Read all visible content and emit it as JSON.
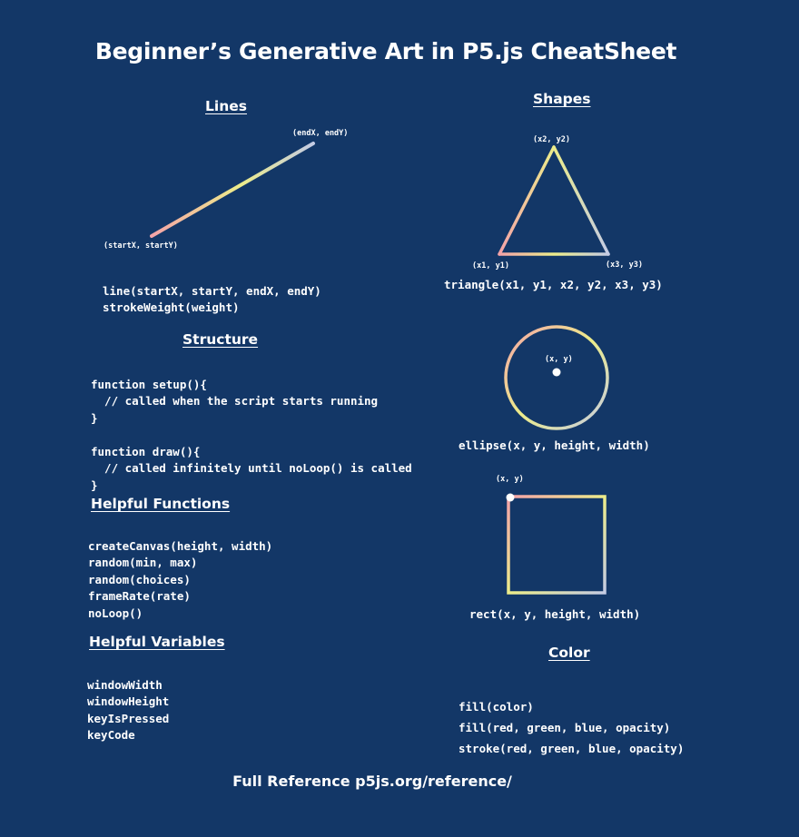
{
  "title": "Beginner’s Generative Art in P5.js CheatSheet",
  "lines": {
    "heading": "Lines",
    "end_label": "(endX, endY)",
    "start_label": "(startX, startY)",
    "code": [
      "line(startX, startY, endX, endY)",
      "strokeWeight(weight)"
    ]
  },
  "structure": {
    "heading": "Structure",
    "code": [
      "function setup(){",
      "  // called when the script starts running",
      "}",
      "",
      "function draw(){",
      "  // called infinitely until noLoop() is called",
      "}"
    ]
  },
  "helpful_functions": {
    "heading": "Helpful Functions",
    "items": [
      "createCanvas(height, width)",
      "random(min, max)",
      "random(choices)",
      "frameRate(rate)",
      "noLoop()"
    ]
  },
  "helpful_variables": {
    "heading": "Helpful Variables",
    "items": [
      "windowWidth",
      "windowHeight",
      "keyIsPressed",
      "keyCode"
    ]
  },
  "shapes": {
    "heading": "Shapes",
    "triangle": {
      "top_label": "(x2, y2)",
      "left_label": "(x1, y1)",
      "right_label": "(x3, y3)",
      "code": "triangle(x1, y1, x2, y2, x3, y3)"
    },
    "ellipse": {
      "center_label": "(x, y)",
      "code": "ellipse(x, y, height, width)"
    },
    "rect": {
      "corner_label": "(x, y)",
      "code": "rect(x, y, height, width)"
    }
  },
  "color": {
    "heading": "Color",
    "items": [
      "fill(color)",
      "fill(red, green, blue, opacity)",
      "stroke(red, green, blue, opacity)"
    ]
  },
  "footer": "Full Reference p5js.org/reference/",
  "colors": {
    "background": "#133767",
    "text": "#ffffff",
    "pink": "#f4a3a8",
    "yellow": "#ecec8a",
    "lavender": "#c4cbe4"
  }
}
